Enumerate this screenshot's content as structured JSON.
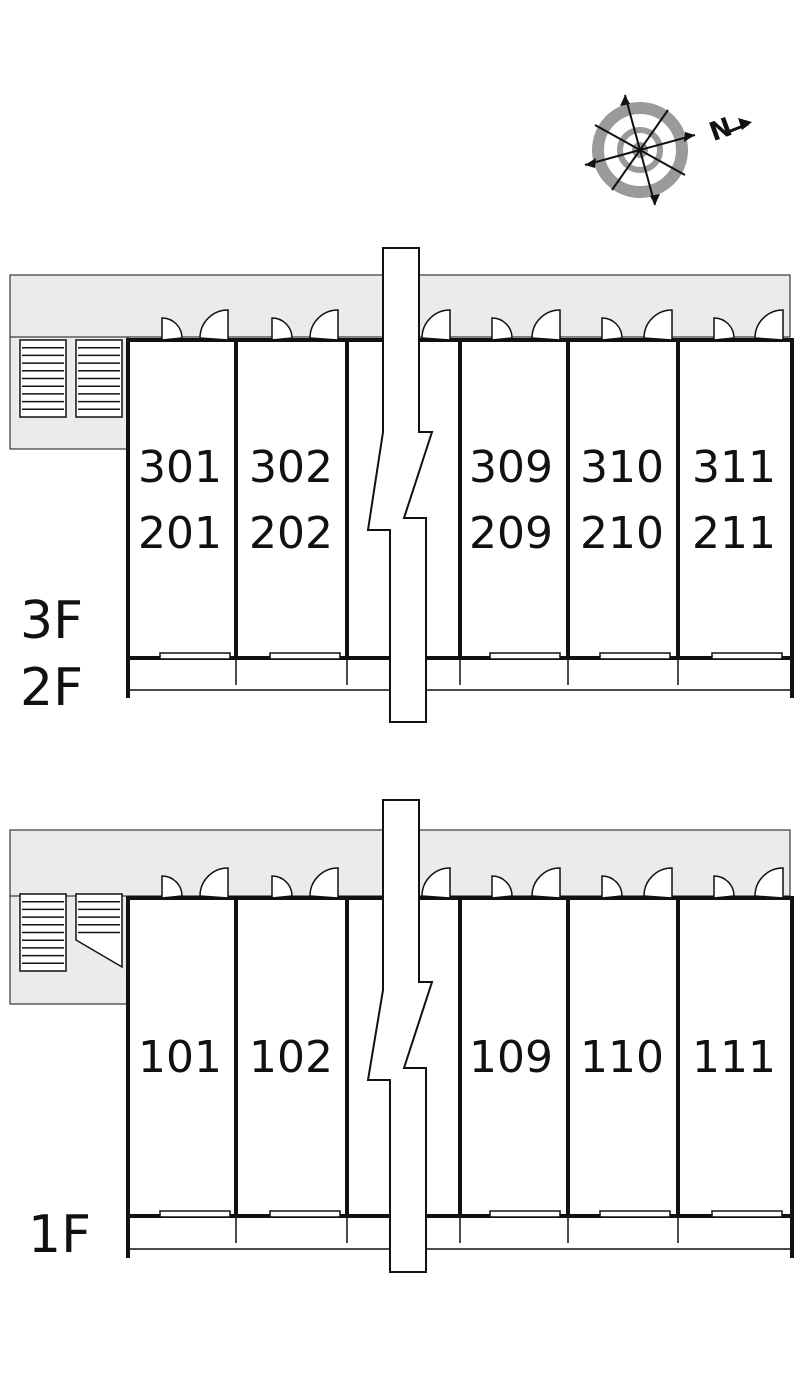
{
  "compass": {
    "north_label": "N",
    "icon": "compass-icon"
  },
  "floor_labels": {
    "upper": [
      "3F",
      "2F"
    ],
    "lower": [
      "1F"
    ]
  },
  "upper_block": {
    "rooms": [
      {
        "upper": "301",
        "lower": "201"
      },
      {
        "upper": "302",
        "lower": "202"
      },
      {
        "upper": "309",
        "lower": "209"
      },
      {
        "upper": "310",
        "lower": "210"
      },
      {
        "upper": "311",
        "lower": "211"
      }
    ]
  },
  "lower_block": {
    "rooms": [
      "101",
      "102",
      "109",
      "110",
      "111"
    ]
  },
  "colors": {
    "corridor": "#ebebeb",
    "wall": "#111111",
    "compass_ring": "#9a9a9a"
  }
}
